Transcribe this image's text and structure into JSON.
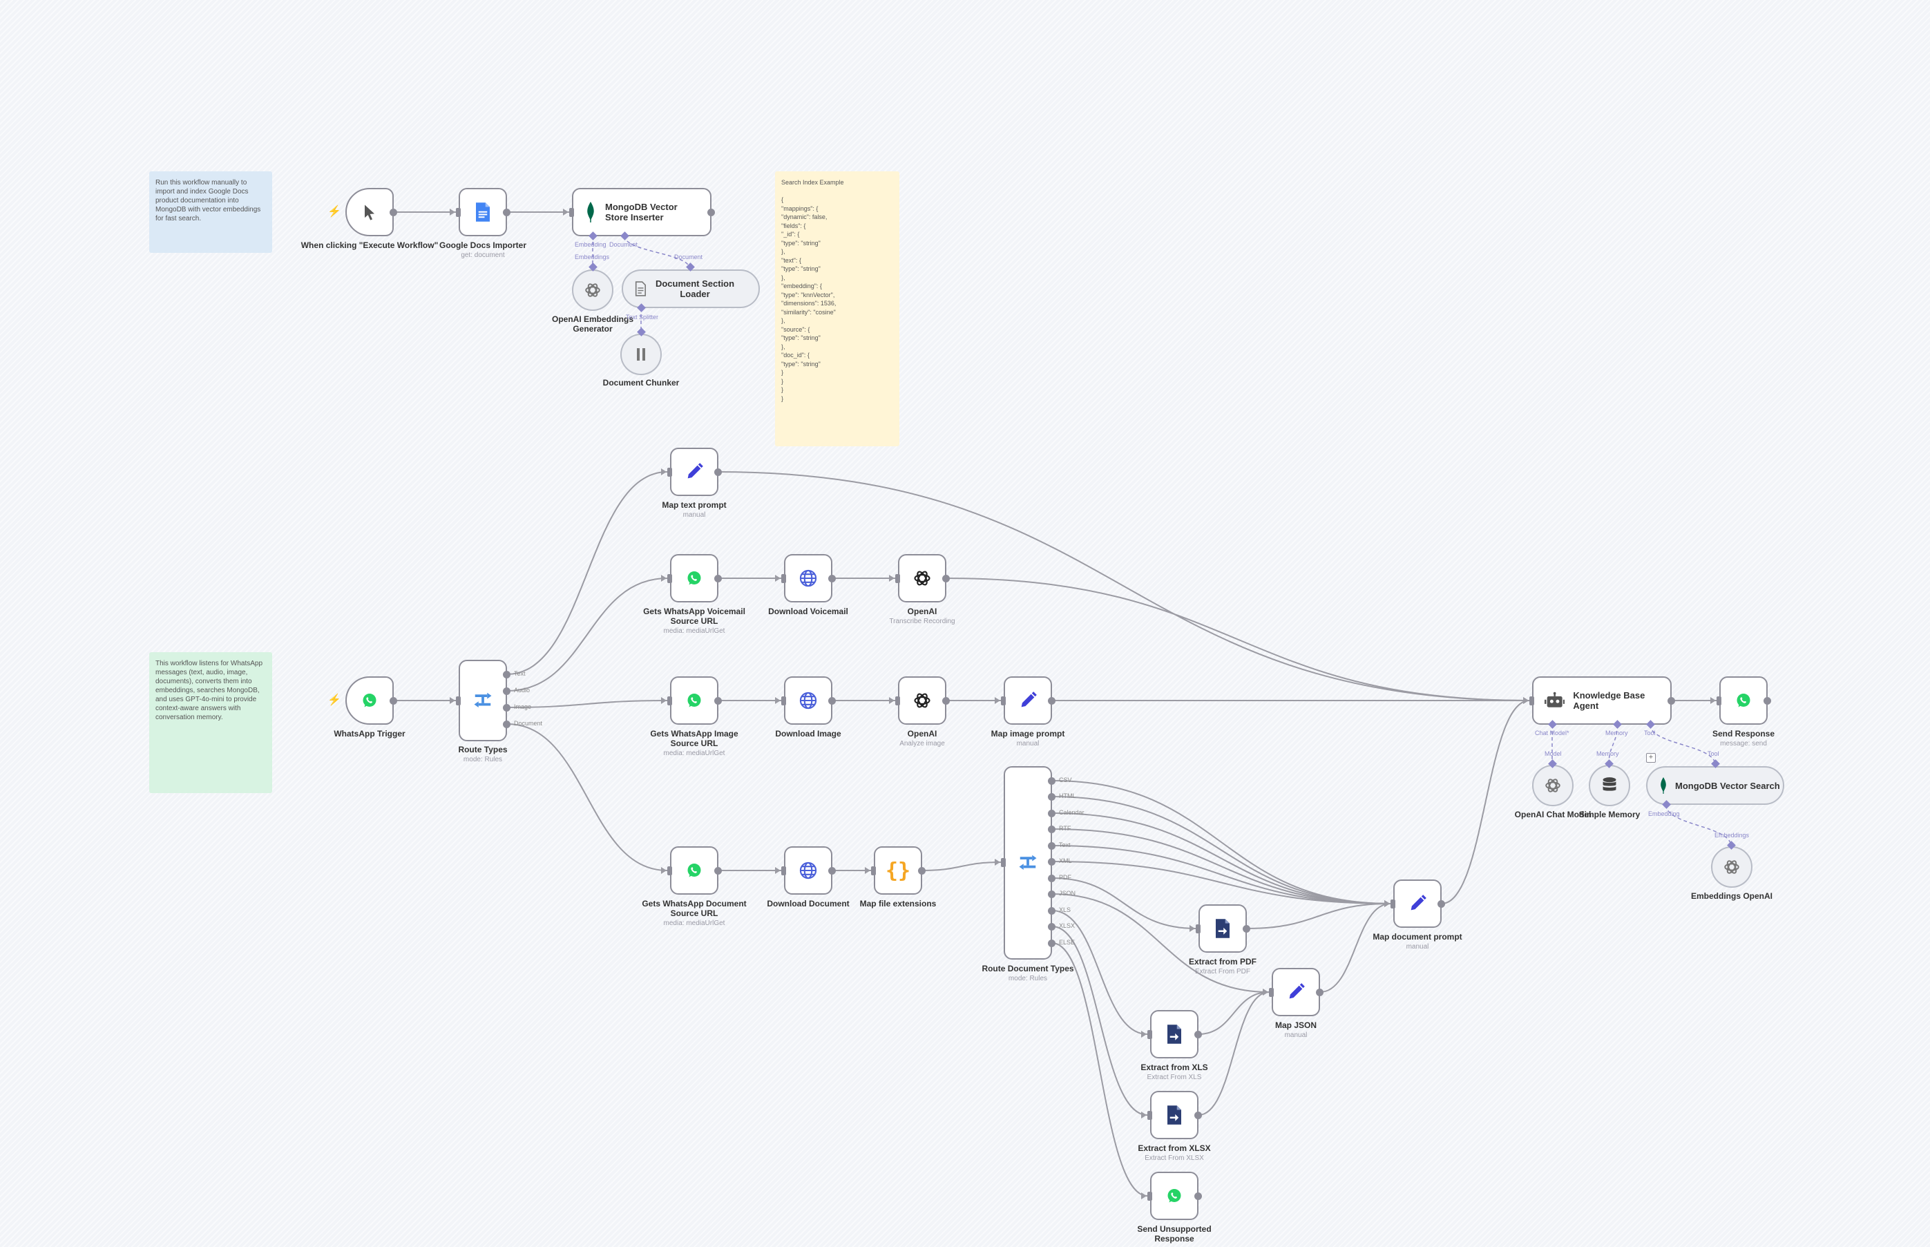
{
  "sticky_notes": [
    {
      "text": "Run this workflow manually to import and index Google Docs product documentation into MongoDB with vector embeddings for fast search.",
      "color": "#dbe9f6"
    },
    {
      "text": "Search Index Example\n\n{\n\"mappings\": {\n\"dynamic\": false,\n\"fields\": {\n\"_id\": {\n\"type\": \"string\"\n},\n\"text\": {\n\"type\": \"string\"\n},\n\"embedding\": {\n\"type\": \"knnVector\",\n\"dimensions\": 1536,\n\"similarity\": \"cosine\"\n},\n\"source\": {\n\"type\": \"string\"\n},\n\"doc_id\": {\n\"type\": \"string\"\n}\n}\n}\n}",
      "color": "#fff5d6"
    },
    {
      "text": "This workflow listens for WhatsApp messages (text, audio, image, documents), converts them into embeddings, searches MongoDB, and uses GPT-4o-mini to provide context-aware answers with conversation memory.",
      "color": "#d8f3e2"
    }
  ],
  "nodes": {
    "manual_trigger": {
      "label": "When clicking \"Execute Workflow\"",
      "icon": "cursor-icon"
    },
    "gdocs": {
      "label": "Google Docs Importer",
      "sub": "get: document",
      "icon": "google-docs-icon"
    },
    "mongo_insert": {
      "label": "MongoDB Vector Store Inserter",
      "icon": "mongodb-leaf-icon"
    },
    "openai_embed_gen": {
      "label": "OpenAI Embeddings Generator",
      "icon": "openai-icon"
    },
    "doc_section_loader": {
      "label": "Document Section Loader",
      "icon": "document-icon"
    },
    "doc_chunker": {
      "label": "Document Chunker",
      "icon": "splitter-icon"
    },
    "whatsapp_trigger": {
      "label": "WhatsApp Trigger",
      "icon": "whatsapp-icon"
    },
    "route_types": {
      "label": "Route Types",
      "sub": "mode: Rules",
      "icon": "switch-icon"
    },
    "map_text": {
      "label": "Map text prompt",
      "sub": "manual",
      "icon": "pencil-icon"
    },
    "voicemail_url": {
      "label": "Gets WhatsApp Voicemail Source URL",
      "sub": "media: mediaUrlGet",
      "icon": "whatsapp-icon"
    },
    "download_voicemail": {
      "label": "Download Voicemail",
      "icon": "globe-icon"
    },
    "openai_transcribe": {
      "label": "OpenAI",
      "sub": "Transcribe Recording",
      "icon": "openai-icon"
    },
    "image_url": {
      "label": "Gets WhatsApp Image Source URL",
      "sub": "media: mediaUrlGet",
      "icon": "whatsapp-icon"
    },
    "download_image": {
      "label": "Download Image",
      "icon": "globe-icon"
    },
    "openai_analyze": {
      "label": "OpenAI",
      "sub": "Analyze image",
      "icon": "openai-icon"
    },
    "map_image": {
      "label": "Map image prompt",
      "sub": "manual",
      "icon": "pencil-icon"
    },
    "document_url": {
      "label": "Gets WhatsApp Document Source URL",
      "sub": "media: mediaUrlGet",
      "icon": "whatsapp-icon"
    },
    "download_document": {
      "label": "Download Document",
      "icon": "globe-icon"
    },
    "map_ext": {
      "label": "Map file extensions",
      "icon": "braces-icon"
    },
    "route_doc_types": {
      "label": "Route Document Types",
      "sub": "mode: Rules",
      "icon": "switch-icon"
    },
    "extract_pdf": {
      "label": "Extract from PDF",
      "sub": "Extract From PDF",
      "icon": "extract-file-icon"
    },
    "map_json": {
      "label": "Map JSON",
      "sub": "manual",
      "icon": "pencil-icon"
    },
    "extract_xls": {
      "label": "Extract from XLS",
      "sub": "Extract From XLS",
      "icon": "extract-file-icon"
    },
    "extract_xlsx": {
      "label": "Extract from XLSX",
      "sub": "Extract From XLSX",
      "icon": "extract-file-icon"
    },
    "send_unsupported": {
      "label": "Send Unsupported Response",
      "icon": "whatsapp-icon"
    },
    "map_doc": {
      "label": "Map document prompt",
      "sub": "manual",
      "icon": "pencil-icon"
    },
    "kb_agent": {
      "label": "Knowledge Base Agent",
      "icon": "robot-icon"
    },
    "send_response": {
      "label": "Send Response",
      "sub": "message: send",
      "icon": "whatsapp-icon"
    },
    "openai_chat": {
      "label": "OpenAI Chat Model",
      "icon": "openai-icon"
    },
    "simple_memory": {
      "label": "Simple Memory",
      "icon": "database-icon"
    },
    "mongo_search": {
      "label": "MongoDB Vector Search",
      "icon": "mongodb-leaf-icon"
    },
    "embed_openai": {
      "label": "Embeddings OpenAI",
      "icon": "openai-icon"
    }
  },
  "ports": {
    "mongo_insert": [
      "Embedding",
      "Document"
    ],
    "mongo_insert_embeddings": "Embeddings",
    "doc_section_document": "Document",
    "doc_section_text_splitter": "Text Splitter",
    "route_types": [
      "Text",
      "Audio",
      "Image",
      "Document"
    ],
    "route_doc_types": [
      "CSV",
      "HTML",
      "Calendar",
      "RTF",
      "Text",
      "XML",
      "PDF",
      "JSON",
      "XLS",
      "XLSX",
      "ELSE"
    ],
    "agent": [
      "Chat Model*",
      "Memory",
      "Tool"
    ],
    "openai_chat": "Model",
    "simple_memory": "Memory",
    "mongo_search_tool": "Tool",
    "mongo_search_embedding": "Embedding",
    "embed_openai": "Embeddings"
  },
  "colors": {
    "node_border": "#8d8d98",
    "edge": "#9b9ba3",
    "ai_port": "#8a87c9",
    "trigger_spark": "#ff6d5a",
    "whatsapp": "#25d366",
    "google_docs": "#4285f4",
    "mongodb": "#00684a",
    "pencil": "#3f3fd8",
    "globe": "#4a5fd9",
    "switch": "#4a90e2",
    "braces": "#f5a623",
    "extract": "#2c3e73"
  }
}
